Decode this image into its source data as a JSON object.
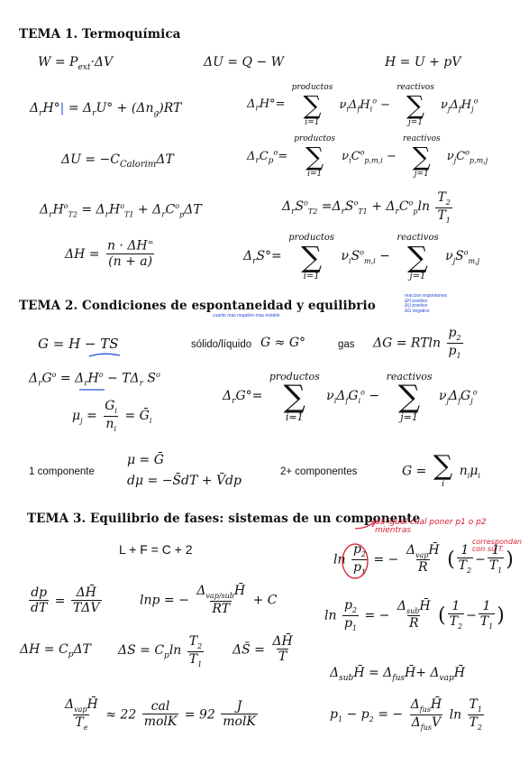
{
  "tema1": {
    "title": "TEMA 1. Termoquímica",
    "work": "W = P_extΔV",
    "internal_energy": "ΔU = Q − W",
    "enthalpy": "H = U + pV",
    "delta_rH_eq": "ΔrH° = ΔrU° + (Δng)RT",
    "calorimeter": "ΔU = −C_Calorim ΔT",
    "kirchhoff": "ΔrH°T2 = ΔrH°T1 + ΔrC°p ΔT",
    "dilution": "ΔH = n·ΔH∞ / (n + a)",
    "sum_top_products": "productos",
    "sum_top_reactants": "reactivos",
    "sum_i": "i=1",
    "sum_j": "j=1"
  },
  "tema2": {
    "title": "TEMA 2.  Condiciones de espontaneidad y equilibrio",
    "note_under": "cuanto mas negativo mas estable",
    "note_side": [
      "reaccion espontanea:",
      "ΔH positivo",
      "ΔU positivo",
      "ΔG negativo"
    ],
    "gibbs": "G = H − TS",
    "solid_liquid": "sólido/líquido",
    "solid_liquid_eq": "G ≈ G°",
    "gas": "gas",
    "gas_eq": "ΔG = RT ln p2/p1",
    "delta_rG": "ΔrG° = ΔrH° − TΔrS°",
    "chem_potential": "μj = Gi/ni = Ḡi",
    "one_component": "1 componente",
    "mu_eq": "μ = Ḡ",
    "dmu_eq": "dμ = −S̄dT + V̄dp",
    "multi_component": "2+ componentes",
    "G_sum": "G = Σ niμi"
  },
  "tema3": {
    "title": "TEMA 3. Equilibrio de fases: sistemas de un componente",
    "phase_rule": "L + F = C + 2",
    "clapeyron": "dp/dT = ΔH̄ / TΔV̄",
    "lnp": "lnp = −Δvap/sub H̄ / RT + C",
    "ideal_heat": "ΔH = CpΔT",
    "entropy_T": "ΔS = Cp ln T2/T1",
    "entropy_molar": "ΔS̄ = ΔH̄/T",
    "trouton_val1": "22",
    "trouton_unit1": "cal",
    "trouton_unit1_den": "molK",
    "trouton_val2": "92",
    "trouton_unit2": "J",
    "trouton_unit2_den": "molK",
    "clausius_vap": "ln p2/p1 = −ΔvapH̄/R (1/T2 − 1/T1)",
    "clausius_sub": "ln p2/p1 = −ΔsubH̄/R (1/T2 − 1/T1)",
    "sublimation_sum": "ΔsubH̄ = ΔfusH̄ + ΔvapH̄",
    "fusion": "p1 − p2 = −ΔfusH̄/ΔfusV̄ ln T1/T2",
    "handwritten_note_1": "da igual cual poner p1 o p2 mientras",
    "handwritten_note_2": "correspondan con su T."
  },
  "colors": {
    "annotation_blue": "#2a4fd6",
    "annotation_red": "#d81b30"
  }
}
